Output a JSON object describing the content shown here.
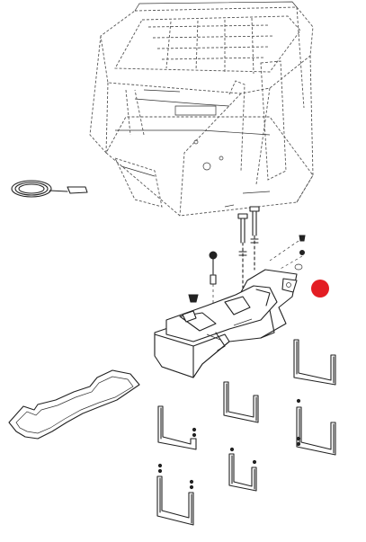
{
  "diagram": {
    "parts": [
      {
        "name": "operator-cab"
      },
      {
        "name": "cable-loop"
      },
      {
        "name": "fuel-tank"
      },
      {
        "name": "mounting-straps"
      },
      {
        "name": "tank-mat"
      }
    ],
    "highlight_color": "#e31d23",
    "line_color": "#222222",
    "background": "#ffffff"
  }
}
